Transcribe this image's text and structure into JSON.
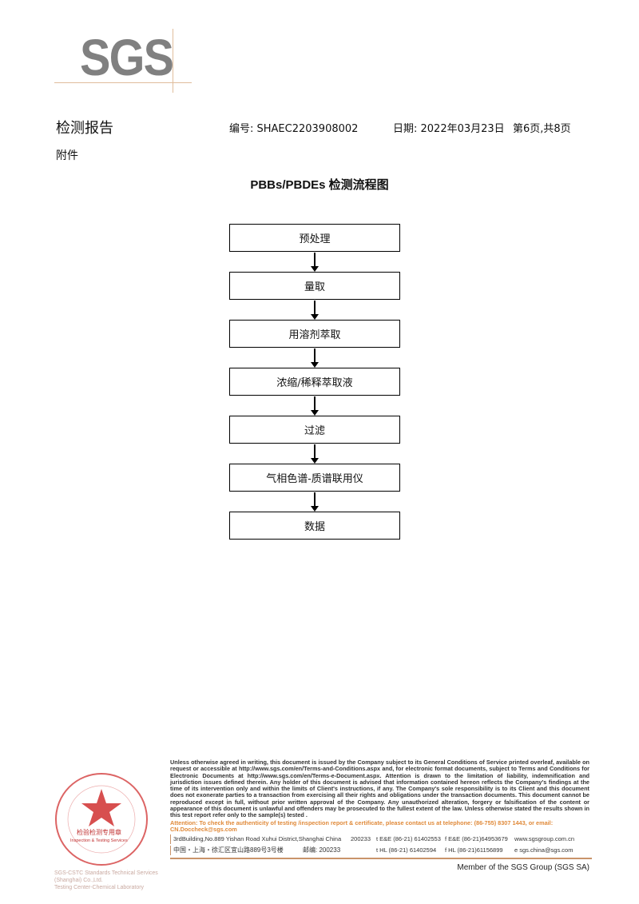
{
  "logo": {
    "text": "SGS"
  },
  "header": {
    "title": "检测报告",
    "number": "编号: SHAEC2203908002",
    "date": "日期: 2022年03月23日",
    "page": "第6页,共8页"
  },
  "section": "附件",
  "flow": {
    "title": "PBBs/PBDEs 检测流程图",
    "steps": [
      "预处理",
      "量取",
      "用溶剂萃取",
      "浓缩/稀释萃取液",
      "过滤",
      "气相色谱-质谱联用仪",
      "数据"
    ]
  },
  "footer": {
    "legal": "Unless otherwise agreed in writing, this document is issued by the Company subject to its General Conditions of Service printed overleaf, available on request or accessible at http://www.sgs.com/en/Terms-and-Conditions.aspx and, for electronic format documents, subject to Terms and Conditions for Electronic Documents at http://www.sgs.com/en/Terms-e-Document.aspx. Attention is drawn to the limitation of liability, indemnification and jurisdiction issues defined therein. Any holder of this document is advised that information contained hereon reflects the Company's findings at the time of its intervention only and within the limits of Client's instructions, if any. The Company's sole responsibility is to its Client and this document does not exonerate parties to a transaction from exercising all their rights and obligations under the transaction documents. This document cannot be reproduced except in full, without prior written approval of the Company. Any unauthorized alteration, forgery or falsification of the content or appearance of this document is unlawful and offenders may be prosecuted to the fullest extent of the law. Unless otherwise stated the results shown in this test report refer only to the sample(s) tested .",
    "attention": "Attention: To check the authenticity of testing /inspection report & certificate, please contact us at telephone: (86-755) 8307 1443, or email: CN.Doccheck@sgs.com",
    "address_en": "3rdBuilding,No.889 Yishan Road Xuhui District,Shanghai China",
    "postcode_en": "200233",
    "address_cn": "中国・上海・徐汇区宜山路889号3号楼",
    "postcode_cn": "邮编: 200233",
    "tel1": "t E&E (86-21) 61402553",
    "fax1": "f E&E (86-21)64953679",
    "tel2": "t HL (86-21) 61402594",
    "fax2": "f HL (86-21)61156899",
    "web": "www.sgsgroup.com.cn",
    "email": "e  sgs.china@sgs.com",
    "member": "Member of the SGS Group (SGS SA)",
    "lab1": "SGS-CSTC Standards Technical Services (Shanghai) Co.,Ltd.",
    "lab2": "Testing Center-Chemical Laboratory",
    "stamp_text": "检验检测专用章",
    "stamp_sub": "Inspection & Testing Services"
  },
  "colors": {
    "logo": "#808080",
    "stamp": "#d03030",
    "attention": "#e08a3a",
    "rule": "#c9946a"
  }
}
